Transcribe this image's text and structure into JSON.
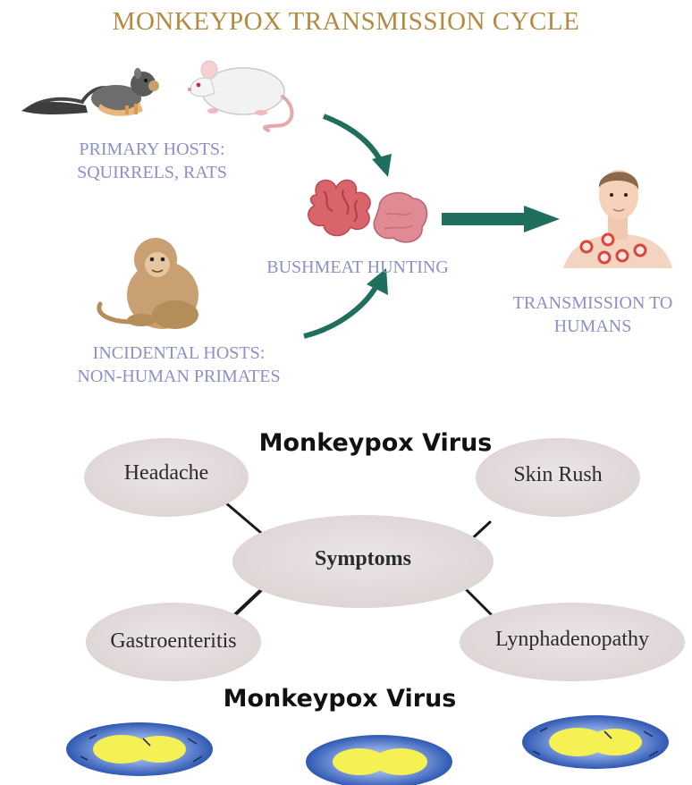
{
  "title": "MONKEYPOX TRANSMISSION CYCLE",
  "colors": {
    "title": "#b5893f",
    "labels": "#8d8fc7",
    "arrow": "#1f6e5e",
    "ellipse": "#e3dcdc",
    "virus_core": "#f5f053",
    "virus_shell": "#3d6fc7"
  },
  "transmission": {
    "primary_hosts": {
      "line1": "PRIMARY HOSTS:",
      "line2": "SQUIRRELS, RATS"
    },
    "incidental_hosts": {
      "line1": "INCIDENTAL HOSTS:",
      "line2": "NON-HUMAN PRIMATES"
    },
    "bushmeat": "BUSHMEAT HUNTING",
    "humans": {
      "line1": "TRANSMISSION TO",
      "line2": "HUMANS"
    },
    "icons": [
      "squirrel-icon",
      "rat-icon",
      "monkey-icon",
      "meat-icon",
      "human-rash-icon"
    ]
  },
  "symptoms": {
    "section_title": "Monkeypox Virus",
    "center": "Symptoms",
    "nodes": {
      "headache": "Headache",
      "skin": "Skin Rush",
      "gastro": "Gastroenteritis",
      "lymph": "Lynphadenopathy"
    }
  },
  "virus_section": {
    "title": "Monkeypox Virus",
    "particle_count": 3
  }
}
